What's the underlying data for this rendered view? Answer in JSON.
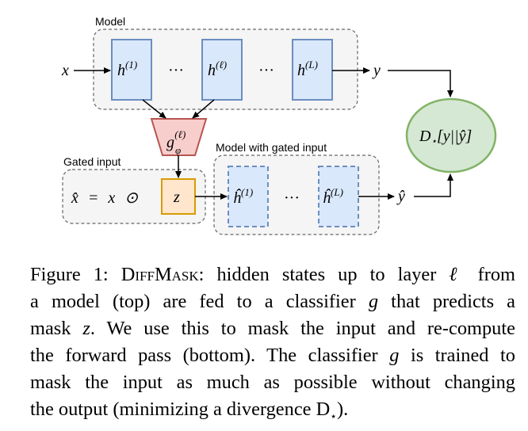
{
  "diagram": {
    "model_label": "Model",
    "gated_input_label": "Gated input",
    "gated_model_label": "Model with gated input",
    "input_x": "x",
    "output_y": "y",
    "output_yhat": "ŷ",
    "layer_first": "h(1)",
    "layer_mid": "h(ℓ)",
    "layer_last": "h(L)",
    "gated_layer_first": "ĥ(1)",
    "gated_layer_last": "ĥ(L)",
    "ellipsis": "···",
    "classifier": "gφ(ℓ)",
    "mask": "z",
    "gated_equation": "x̂ = x ⊙",
    "divergence": "D⋆[y||ŷ]",
    "colors": {
      "layer_fill": "#dae8fc",
      "layer_stroke": "#6c8ebf",
      "classifier_fill": "#f8cecc",
      "classifier_stroke": "#b85450",
      "mask_fill": "#ffe6cc",
      "mask_stroke": "#d79b00",
      "divergence_fill": "#d5e8d4",
      "divergence_stroke": "#82b366",
      "group_fill": "#f5f5f5",
      "group_stroke": "#666666"
    }
  },
  "caption": {
    "lines": [
      [
        "Figure 1: ",
        "DiffMask",
        ": hidden states up to layer ",
        "ℓ",
        " from"
      ],
      [
        "a model (top) are fed to a classifier ",
        "g",
        " that predicts a"
      ],
      [
        "mask ",
        "z",
        ". We use this to mask the input and re-compute"
      ],
      [
        "the forward pass (bottom). The classifier ",
        "g",
        " is trained to"
      ],
      [
        "mask the input as much as possible without changing"
      ],
      [
        "the output (minimizing a divergence D",
        "⋆",
        ")."
      ]
    ]
  }
}
